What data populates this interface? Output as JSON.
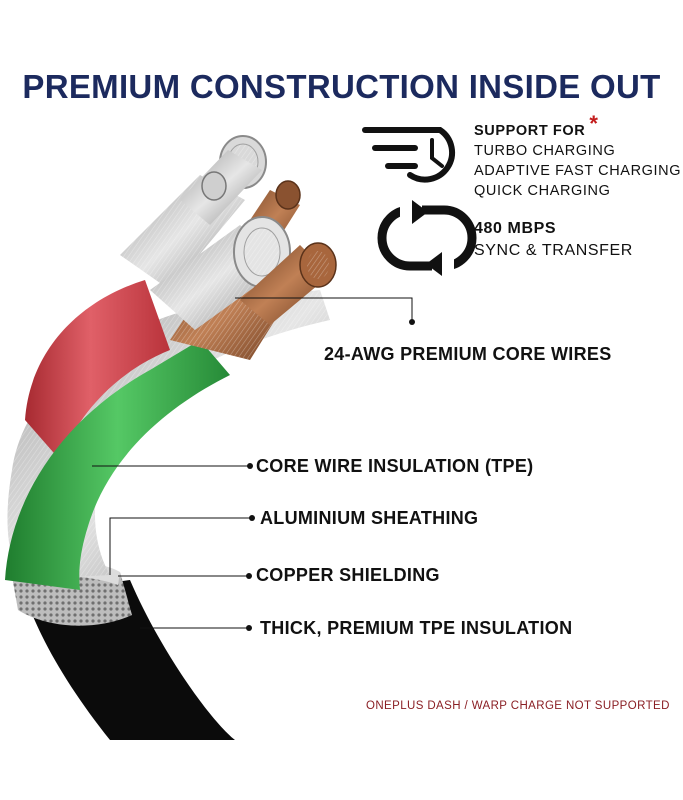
{
  "title": "PREMIUM CONSTRUCTION INSIDE OUT",
  "features": [
    {
      "icon": "fast-charging-clock-icon",
      "head": "SUPPORT FOR",
      "marker": "*",
      "lines": [
        "TURBO CHARGING",
        "ADAPTIVE FAST CHARGING",
        "QUICK CHARGING"
      ]
    },
    {
      "icon": "sync-arrows-icon",
      "head": "480 MBPS",
      "lines": [
        "SYNC & TRANSFER"
      ]
    }
  ],
  "labels": {
    "core_wires": "24-AWG PREMIUM CORE WIRES",
    "core_insulation": "CORE WIRE INSULATION (TPE)",
    "aluminium": "ALUMINIUM SHEATHING",
    "copper": "COPPER SHIELDING",
    "tpe": "THICK, PREMIUM TPE INSULATION"
  },
  "note": "ONEPLUS DASH / WARP CHARGE NOT SUPPORTED",
  "colors": {
    "title": "#1c2a5e",
    "note": "#8a1f24",
    "asterisk": "#c31d1d",
    "red_wire": "#d4484f",
    "green_wire": "#3fb34f",
    "copper": "#a8663d",
    "cable": "#0b0b0b"
  }
}
